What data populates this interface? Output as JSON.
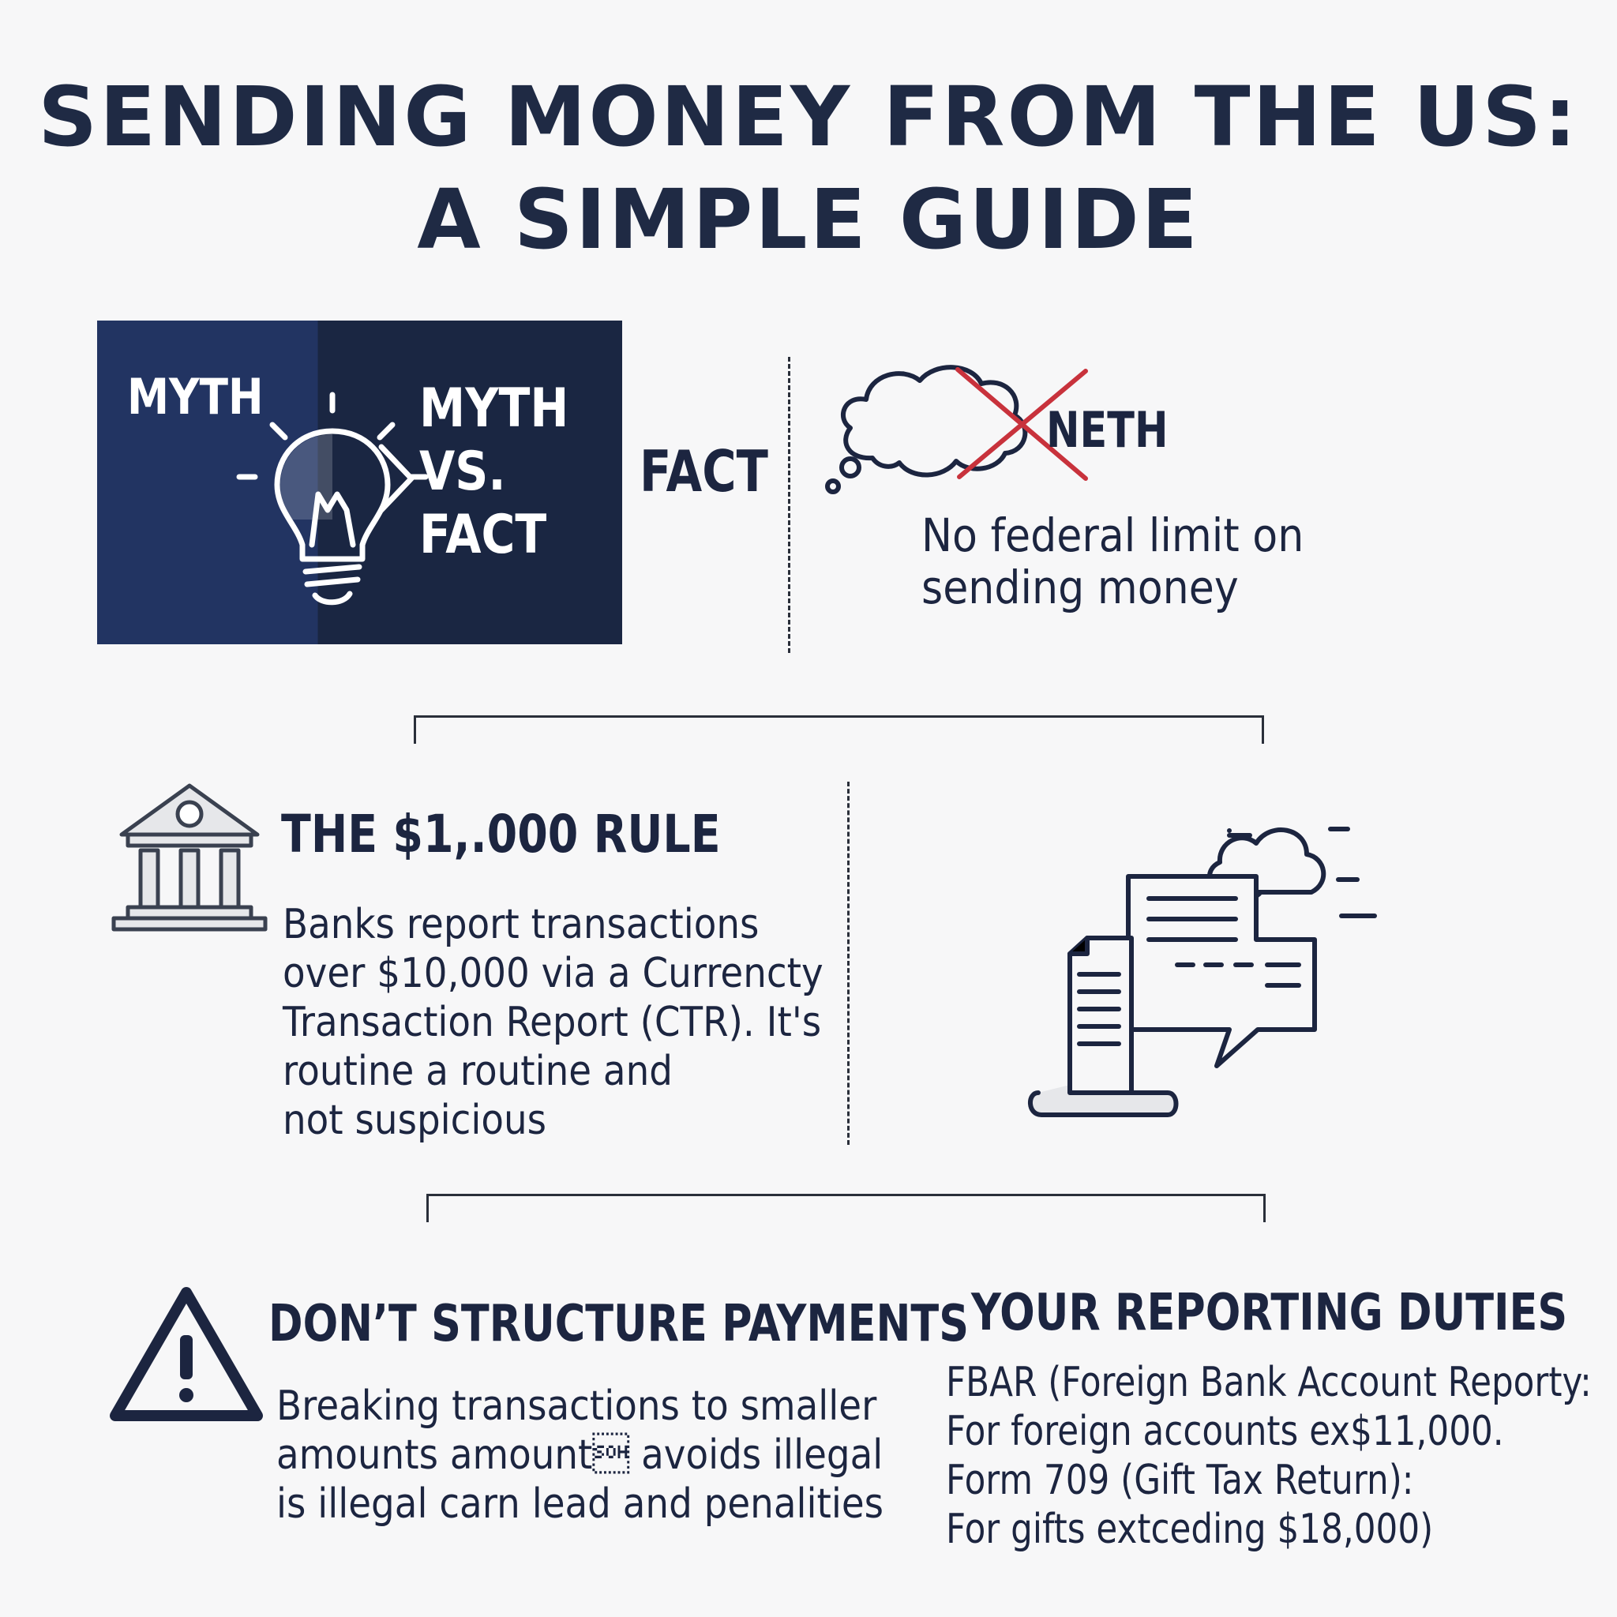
{
  "title": {
    "line1": "SENDING MONEY FROM THE US:",
    "line2": "A SIMPLE GUIDE"
  },
  "myth_panel": {
    "left_label": "MYTH",
    "right_line1": "MYTH",
    "right_line2": "VS.",
    "right_line3": "FACT",
    "fact_label": "FACT",
    "colors": {
      "left": "#223462",
      "right": "#1a2642"
    }
  },
  "myth_card": {
    "heading": "NETH",
    "text_line1": "No federal limit on",
    "text_line2": "sending money",
    "cross_color": "#c8323c"
  },
  "rule_section": {
    "heading": "THE $1,.000 RULE",
    "lines": [
      "Banks report transactions",
      "over $10,000 via a Currencty",
      "Transaction Report (CTR). It's",
      "routine a routine and",
      "not suspicious"
    ]
  },
  "structure_section": {
    "heading": "DON’T STRUCTURE PAYMENTS",
    "lines": [
      "Breaking transactions to smaller",
      "amounts amount\u0001 avoids illegal",
      "is illegal carn lead and penalities"
    ]
  },
  "duties_section": {
    "heading": "YOUR REPORTING DUTIES",
    "lines": [
      "FBAR (Foreign Bank Account Reporty:",
      "For foreign accounts ex$11,000.",
      "Form 709 (Gift Tax Return):",
      "For gifts extceding $18,000)"
    ]
  }
}
